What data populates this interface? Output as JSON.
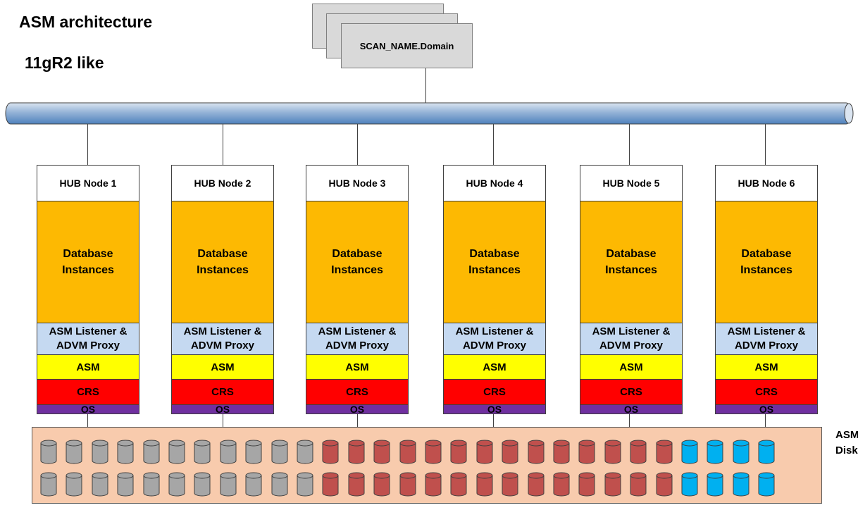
{
  "title": "ASM architecture",
  "subtitle": "11gR2 like",
  "scan_name": "SCAN_NAME.Domain",
  "nodes": [
    {
      "name": "HUB Node 1",
      "db": [
        "Database",
        "Instances"
      ],
      "listener": [
        "ASM Listener &",
        "ADVM Proxy"
      ],
      "asm": "ASM",
      "crs": "CRS",
      "os": "OS"
    },
    {
      "name": "HUB Node 2",
      "db": [
        "Database",
        "Instances"
      ],
      "listener": [
        "ASM Listener &",
        "ADVM Proxy"
      ],
      "asm": "ASM",
      "crs": "CRS",
      "os": "OS"
    },
    {
      "name": "HUB Node 3",
      "db": [
        "Database",
        "Instances"
      ],
      "listener": [
        "ASM Listener &",
        "ADVM Proxy"
      ],
      "asm": "ASM",
      "crs": "CRS",
      "os": "OS"
    },
    {
      "name": "HUB Node 4",
      "db": [
        "Database",
        "Instances"
      ],
      "listener": [
        "ASM Listener &",
        "ADVM Proxy"
      ],
      "asm": "ASM",
      "crs": "CRS",
      "os": "OS"
    },
    {
      "name": "HUB Node 5",
      "db": [
        "Database",
        "Instances"
      ],
      "listener": [
        "ASM Listener &",
        "ADVM Proxy"
      ],
      "asm": "ASM",
      "crs": "CRS",
      "os": "OS"
    },
    {
      "name": "HUB Node 6",
      "db": [
        "Database",
        "Instances"
      ],
      "listener": [
        "ASM Listener &",
        "ADVM Proxy"
      ],
      "asm": "ASM",
      "crs": "CRS",
      "os": "OS"
    }
  ],
  "disks_label": [
    "ASM",
    "Disks"
  ],
  "disk_groups": [
    {
      "color": "#a6a6a6",
      "count_per_row": 11
    },
    {
      "color": "#c0504d",
      "count_per_row": 14
    },
    {
      "color": "#00b0f0",
      "count_per_row": 4
    }
  ],
  "colors": {
    "bus": "#95b3d7",
    "database": "#fdb902",
    "listener": "#c5d9f1",
    "asm": "#ffff00",
    "crs": "#ff0000",
    "os": "#7030a0",
    "disk_tray": "#f8cbad",
    "scan": "#d9d9d9"
  }
}
